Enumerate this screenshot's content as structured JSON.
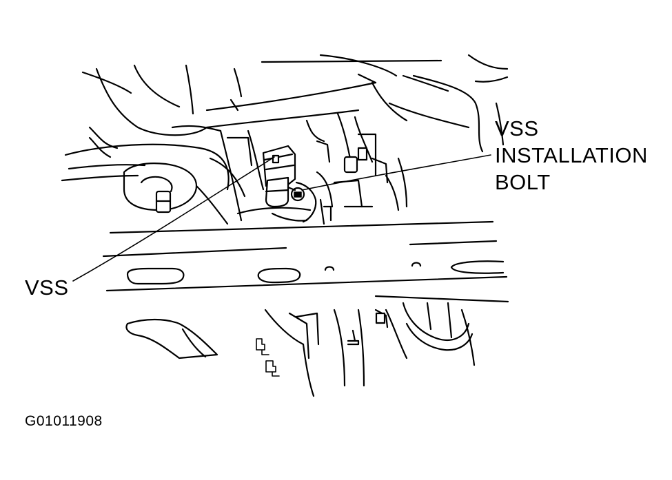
{
  "callouts": {
    "vss_bolt": {
      "lines": [
        "VSS",
        "INSTALLATION",
        "BOLT"
      ]
    },
    "vss": "VSS"
  },
  "figure_id": "G01011908",
  "colors": {
    "ink": "#000000",
    "paper": "#ffffff"
  }
}
